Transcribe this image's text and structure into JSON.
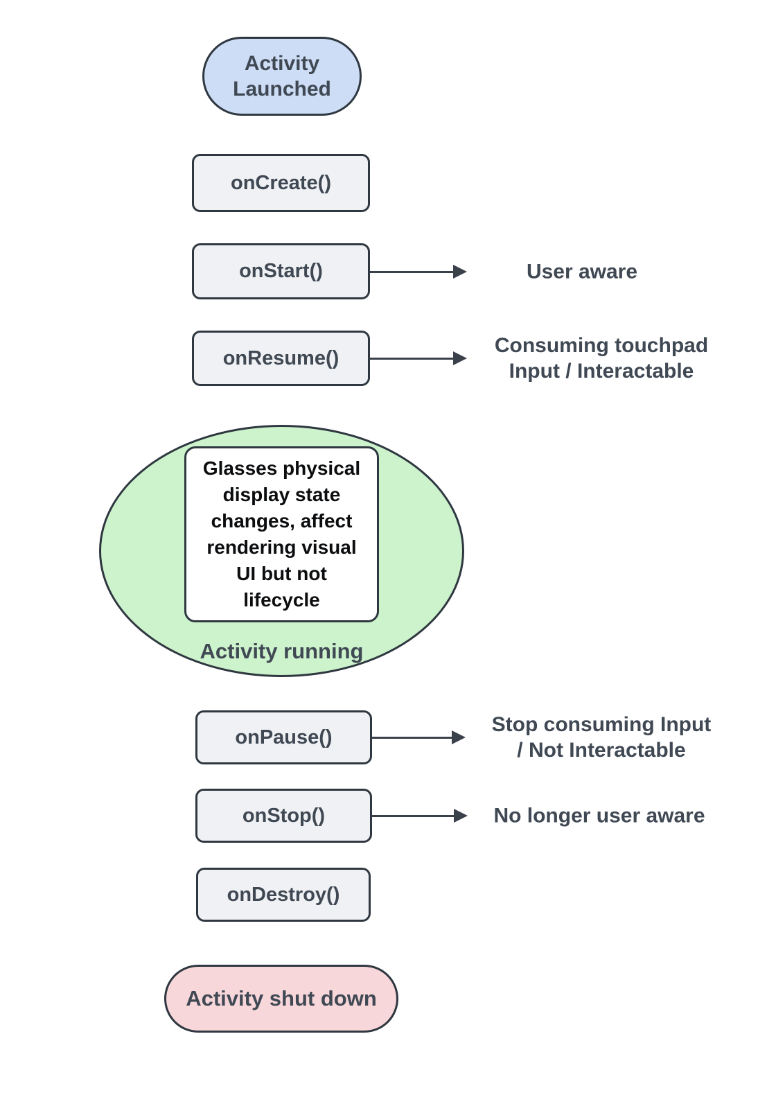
{
  "diagram": {
    "background": "#ffffff",
    "colors": {
      "launch_fill": "#cdddf6",
      "shutdown_fill": "#f8d7da",
      "running_fill": "#cdf3cc",
      "callback_fill": "#f0f1f4",
      "border": "#2f3740",
      "label_text": "#3f4853",
      "note_text": "#0c0d0f",
      "arrow": "#3a414b"
    },
    "nodes": {
      "activity_launched": {
        "label": "Activity\nLaunched"
      },
      "on_create": {
        "label": "onCreate()"
      },
      "on_start": {
        "label": "onStart()"
      },
      "on_resume": {
        "label": "onResume()"
      },
      "activity_running": {
        "label": "Activity running",
        "note": "Glasses physical\ndisplay state\nchanges, affect\nrendering visual\nUI but not\nlifecycle"
      },
      "on_pause": {
        "label": "onPause()"
      },
      "on_stop": {
        "label": "onStop()"
      },
      "on_destroy": {
        "label": "onDestroy()"
      },
      "activity_shut_down": {
        "label": "Activity shut down"
      }
    },
    "annotations": {
      "on_start": {
        "label": "User aware"
      },
      "on_resume": {
        "label": "Consuming touchpad\nInput / Interactable"
      },
      "on_pause": {
        "label": "Stop consuming Input\n/ Not Interactable"
      },
      "on_stop": {
        "label": "No longer user aware"
      }
    }
  }
}
